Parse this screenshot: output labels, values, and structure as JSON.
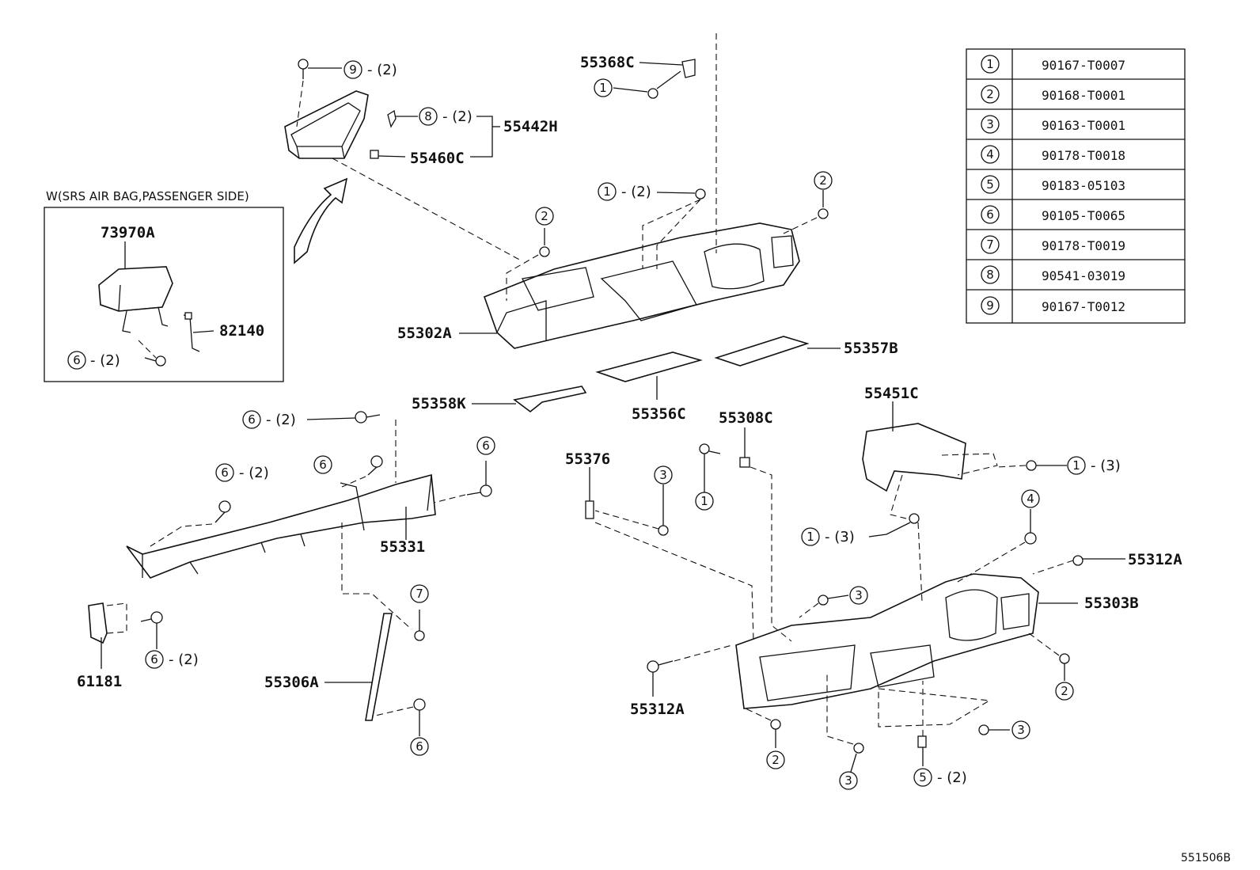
{
  "inset": {
    "title": "W(SRS AIR BAG,PASSENGER SIDE)",
    "labels": [
      "73970A",
      "82140"
    ],
    "callout": {
      "num": "6",
      "qty": "- (2)"
    }
  },
  "part_labels": {
    "p55442H": "55442H",
    "p55460C": "55460C",
    "p55368C": "55368C",
    "p55302A": "55302A",
    "p55357B": "55357B",
    "p55358K": "55358K",
    "p55356C": "55356C",
    "p55308C": "55308C",
    "p55451C": "55451C",
    "p55376": "55376",
    "p55331": "55331",
    "p55312A_r": "55312A",
    "p55303B": "55303B",
    "p61181": "61181",
    "p55306A": "55306A",
    "p55312A_b": "55312A"
  },
  "callouts": [
    {
      "num": "9",
      "qty": "- (2)"
    },
    {
      "num": "8",
      "qty": "- (2)"
    },
    {
      "num": "1",
      "qty": ""
    },
    {
      "num": "1",
      "qty": "- (2)"
    },
    {
      "num": "2",
      "qty": ""
    },
    {
      "num": "2",
      "qty": ""
    },
    {
      "num": "6",
      "qty": "- (2)"
    },
    {
      "num": "6",
      "qty": ""
    },
    {
      "num": "6",
      "qty": "- (2)"
    },
    {
      "num": "6",
      "qty": ""
    },
    {
      "num": "3",
      "qty": ""
    },
    {
      "num": "1",
      "qty": ""
    },
    {
      "num": "1",
      "qty": "- (3)"
    },
    {
      "num": "1",
      "qty": "- (3)"
    },
    {
      "num": "4",
      "qty": ""
    },
    {
      "num": "3",
      "qty": ""
    },
    {
      "num": "7",
      "qty": ""
    },
    {
      "num": "6",
      "qty": "- (2)"
    },
    {
      "num": "6",
      "qty": ""
    },
    {
      "num": "2",
      "qty": ""
    },
    {
      "num": "3",
      "qty": ""
    },
    {
      "num": "3",
      "qty": ""
    },
    {
      "num": "5",
      "qty": "- (2)"
    },
    {
      "num": "2",
      "qty": ""
    }
  ],
  "table": {
    "rows": [
      {
        "num": "1",
        "part": "90167-T0007"
      },
      {
        "num": "2",
        "part": "90168-T0001"
      },
      {
        "num": "3",
        "part": "90163-T0001"
      },
      {
        "num": "4",
        "part": "90178-T0018"
      },
      {
        "num": "5",
        "part": "90183-05103"
      },
      {
        "num": "6",
        "part": "90105-T0065"
      },
      {
        "num": "7",
        "part": "90178-T0019"
      },
      {
        "num": "8",
        "part": "90541-03019"
      },
      {
        "num": "9",
        "part": "90167-T0012"
      }
    ]
  },
  "ref_code": "551506B"
}
